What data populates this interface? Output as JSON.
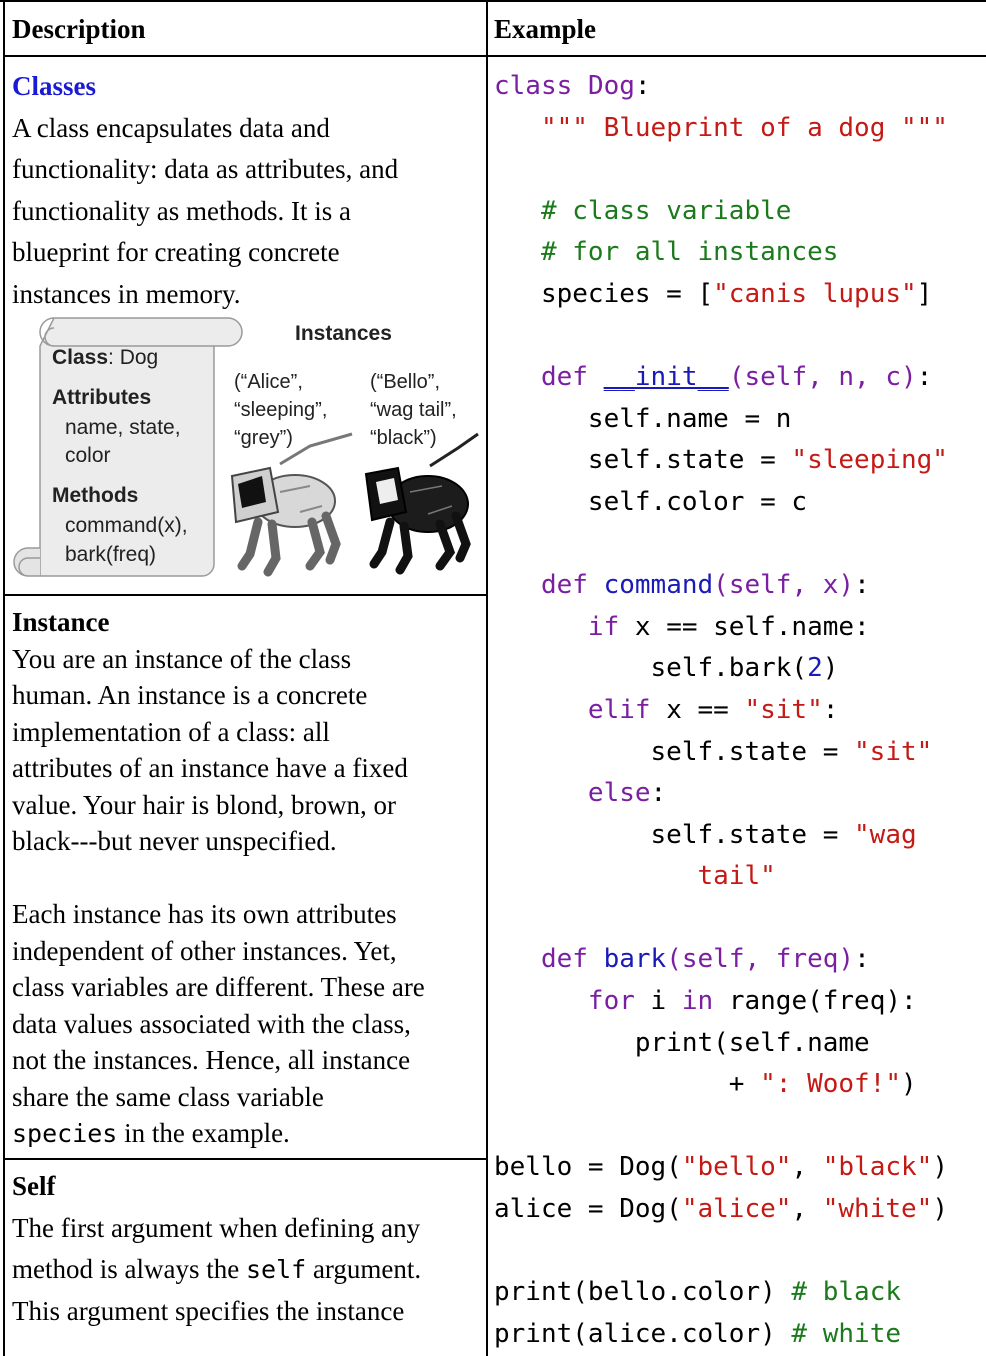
{
  "header": {
    "description": "Description",
    "example": "Example"
  },
  "sections": [
    {
      "title": "Classes",
      "lines": [
        "A class encapsulates data and",
        "functionality: data as attributes, and",
        "functionality as methods. It is a",
        "blueprint for creating concrete",
        "instances in memory."
      ]
    },
    {
      "title": "Instance",
      "lines": [
        "You are an instance of the class",
        "human. An instance is a concrete",
        "implementation of a class: all",
        "attributes of an instance have a fixed",
        "value. Your hair is blond, brown, or",
        "black---but never unspecified.",
        "",
        "Each instance has its own attributes",
        "independent of other instances. Yet,",
        "class variables are different. These are",
        "data values associated with the class,",
        "not the instances. Hence, all instance",
        "share the same class variable"
      ],
      "last_code": "species",
      "last_text": " in the example."
    },
    {
      "title": "Self",
      "line1": "The first argument when defining any",
      "line2_pre": "method is always the ",
      "line2_code": "self",
      "line2_post": " argument.",
      "line3": "This argument specifies the instance"
    }
  ],
  "figure": {
    "instances_title": "Instances",
    "class_label": "Class",
    "class_value": ": Dog",
    "attributes_label": "Attributes",
    "attributes_lines": [
      "name, state,",
      "color"
    ],
    "methods_label": "Methods",
    "methods_lines": [
      "command(x),",
      "bark(freq)"
    ],
    "instance1": [
      "(“Alice”,",
      "“sleeping”,",
      "“grey”)"
    ],
    "instance2": [
      "(“Bello”,",
      "“wag tail”,",
      "“black”)"
    ]
  },
  "colors": {
    "keyword": "#7b1fa2",
    "function": "#1a1ab8",
    "string": "#c41a16",
    "comment": "#1b7a1b",
    "section_title": "#1a1ad6"
  }
}
